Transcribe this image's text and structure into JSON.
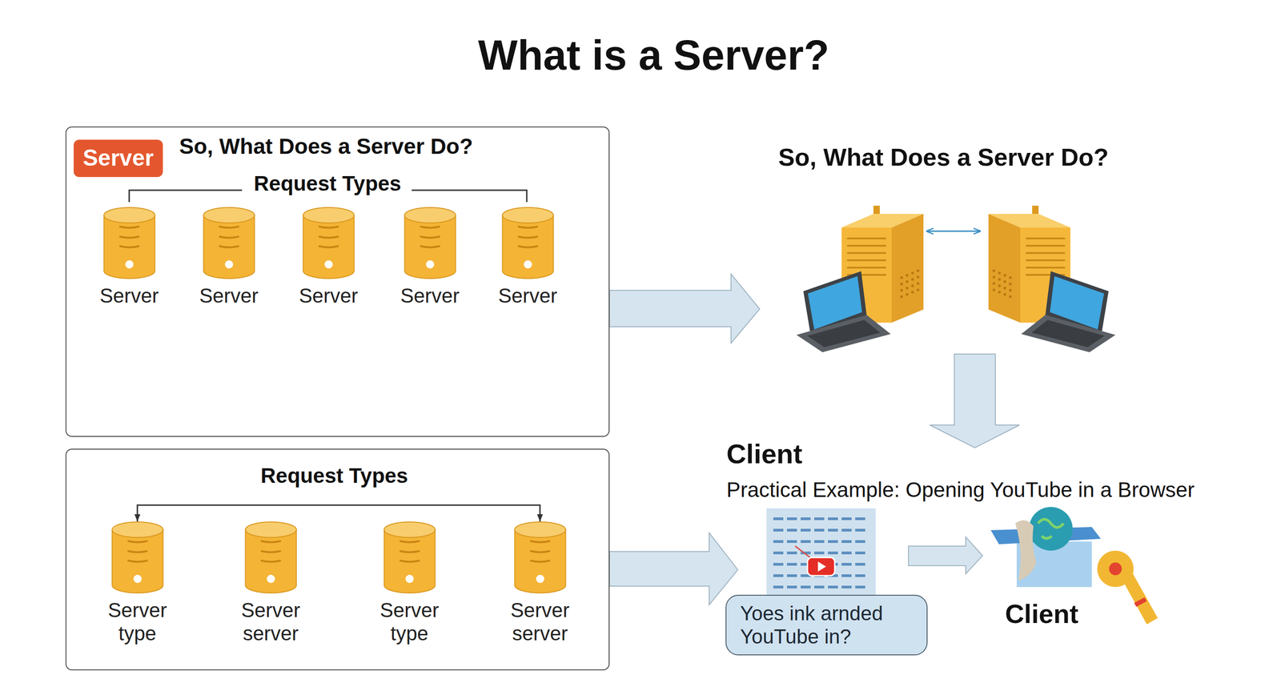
{
  "diagram": {
    "title": "What is a Server?",
    "nodes": [
      {
        "text": [
          "So, What Does a Server Do?",
          "Request Types"
        ]
      },
      {
        "text": [
          "Server"
        ],
        "in": 0
      },
      {
        "text": [
          "Server"
        ],
        "in": 0
      },
      {
        "text": [
          "Server"
        ],
        "in": 0
      },
      {
        "text": [
          "Server"
        ],
        "in": 0
      },
      {
        "text": [
          "Server"
        ],
        "in": 0
      },
      {
        "text": [
          "Server"
        ],
        "in": 0
      },
      {
        "text": [
          "Request Types"
        ]
      },
      {
        "text": [
          "Server type"
        ],
        "in": 7
      },
      {
        "text": [
          "Server server"
        ],
        "in": 7
      },
      {
        "text": [
          "Server type"
        ],
        "in": 7
      },
      {
        "text": [
          "Server server"
        ],
        "in": 7
      },
      {
        "text": [
          "Yoes ink arnded YouTube in?"
        ]
      }
    ],
    "edges": [
      {
        "from": 8,
        "to": 11,
        "arrow": "both"
      }
    ],
    "labels": [
      "So, What Does a Server Do?",
      "Client",
      "Practical Example: Opening YouTube in a Browser",
      "Client"
    ]
  }
}
